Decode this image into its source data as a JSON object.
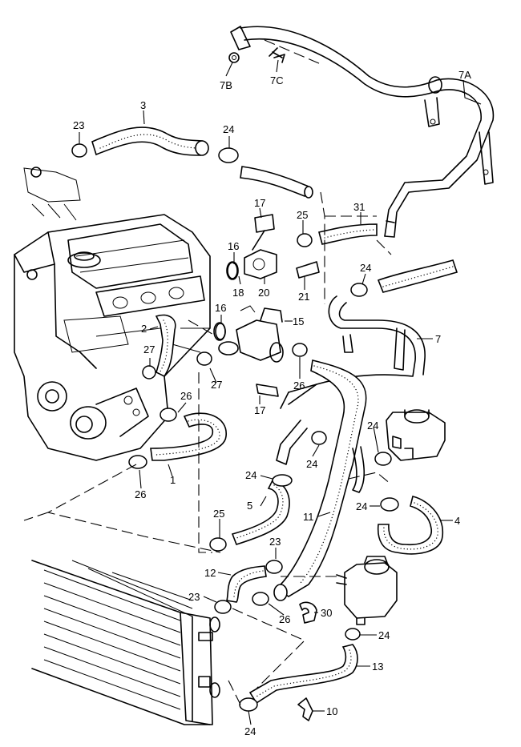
{
  "callouts": [
    {
      "id": "c-7B",
      "text": "7B"
    },
    {
      "id": "c-7C",
      "text": "7C"
    },
    {
      "id": "c-7A",
      "text": "7A"
    },
    {
      "id": "c-3",
      "text": "3"
    },
    {
      "id": "c-23a",
      "text": "23"
    },
    {
      "id": "c-24a",
      "text": "24"
    },
    {
      "id": "c-17a",
      "text": "17"
    },
    {
      "id": "c-25a",
      "text": "25"
    },
    {
      "id": "c-31",
      "text": "31"
    },
    {
      "id": "c-16a",
      "text": "16"
    },
    {
      "id": "c-18",
      "text": "18"
    },
    {
      "id": "c-20",
      "text": "20"
    },
    {
      "id": "c-21",
      "text": "21"
    },
    {
      "id": "c-24b",
      "text": "24"
    },
    {
      "id": "c-16b",
      "text": "16"
    },
    {
      "id": "c-15",
      "text": "15"
    },
    {
      "id": "c-2",
      "text": "2"
    },
    {
      "id": "c-7",
      "text": "7"
    },
    {
      "id": "c-27a",
      "text": "27"
    },
    {
      "id": "c-27b",
      "text": "27"
    },
    {
      "id": "c-26a",
      "text": "26"
    },
    {
      "id": "c-17b",
      "text": "17"
    },
    {
      "id": "c-26b",
      "text": "26"
    },
    {
      "id": "c-24c",
      "text": "24"
    },
    {
      "id": "c-1",
      "text": "1"
    },
    {
      "id": "c-26c",
      "text": "26"
    },
    {
      "id": "c-24d",
      "text": "24"
    },
    {
      "id": "c-24e",
      "text": "24"
    },
    {
      "id": "c-11",
      "text": "11"
    },
    {
      "id": "c-5",
      "text": "5"
    },
    {
      "id": "c-24f",
      "text": "24"
    },
    {
      "id": "c-4",
      "text": "4"
    },
    {
      "id": "c-25b",
      "text": "25"
    },
    {
      "id": "c-23b",
      "text": "23"
    },
    {
      "id": "c-12",
      "text": "12"
    },
    {
      "id": "c-23c",
      "text": "23"
    },
    {
      "id": "c-26d",
      "text": "26"
    },
    {
      "id": "c-30",
      "text": "30"
    },
    {
      "id": "c-24g",
      "text": "24"
    },
    {
      "id": "c-13",
      "text": "13"
    },
    {
      "id": "c-10",
      "text": "10"
    },
    {
      "id": "c-24h",
      "text": "24"
    }
  ]
}
